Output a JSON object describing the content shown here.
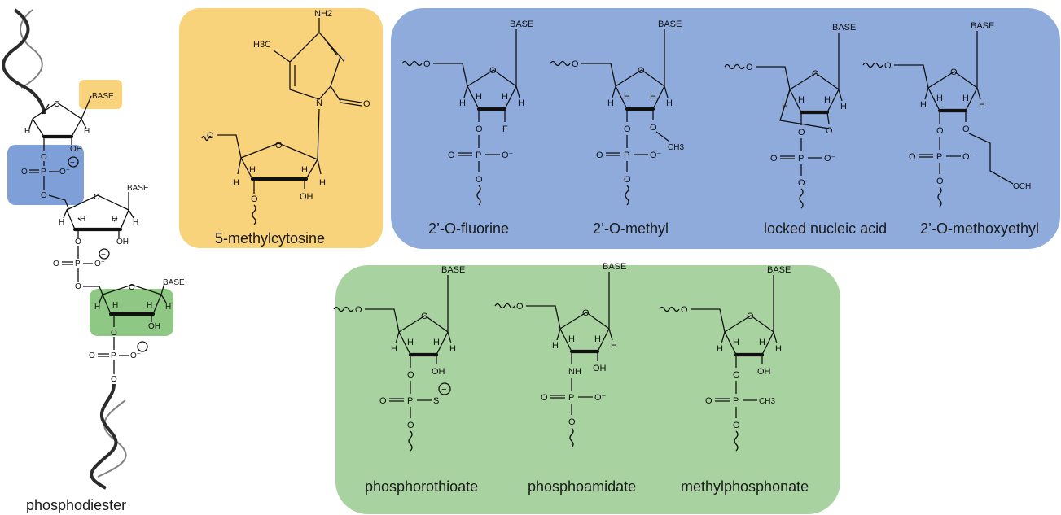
{
  "colors": {
    "yellow_panel": "#f9d27c",
    "blue_panel": "#8fabdc",
    "green_panel": "#a8d3a0",
    "yellow_tag": "#f9d27c",
    "blue_tag": "#7f9fd9",
    "green_tag": "#8fc884",
    "helix": "#2b2b2b"
  },
  "atoms": {
    "base": "BASE",
    "h": "H",
    "oh": "OH",
    "o": "O",
    "p": "P",
    "o_minus": "O⁻",
    "f": "F",
    "ch3": "CH3",
    "s": "S",
    "nh": "NH",
    "n": "N",
    "nh2": "NH2",
    "h3c": "H3C",
    "och": "OCH",
    "minus": "−"
  },
  "labels": {
    "phosphodiester": "phosphodiester",
    "methylcytosine": "5-methylcytosine",
    "fluorine": "2’-O-fluorine",
    "methyl": "2’-O-methyl",
    "lna": "locked nucleic acid",
    "methoxyethyl": "2’-O-methoxyethyl",
    "phosphorothioate": "phosphorothioate",
    "phosphoamidate": "phosphoamidate",
    "methylphosphonate": "methylphosphonate"
  }
}
